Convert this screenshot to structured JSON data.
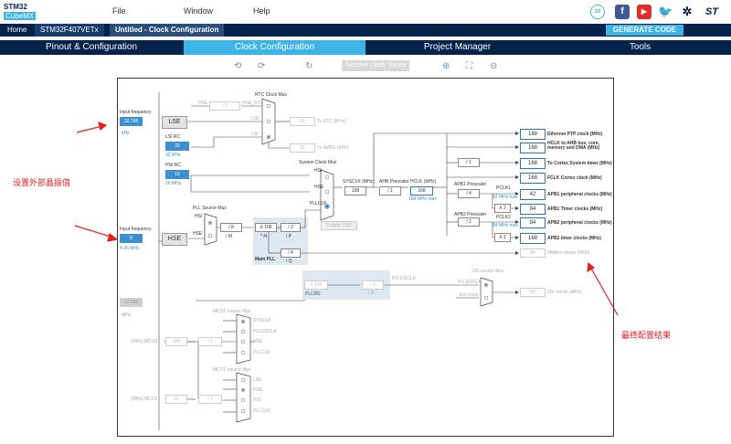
{
  "app": {
    "logo_line1": "STM32",
    "logo_line2": "CubeMX"
  },
  "menu": {
    "file": "File",
    "window": "Window",
    "help": "Help"
  },
  "breadcrumbs": {
    "home": "Home",
    "chip": "STM32F407VETx",
    "page": "Untitled - Clock Configuration"
  },
  "generate_label": "GENERATE CODE",
  "tabs": [
    "Pinout & Configuration",
    "Clock Configuration",
    "Project Manager",
    "Tools"
  ],
  "toolbar": {
    "resolve": "Resolve Clock Issues"
  },
  "diagram": {
    "lse_input_label": "Input frequency",
    "lse_value": "32.768",
    "lse_unit": "kHz",
    "lse_btn": "LSE",
    "lsi_label": "LSI RC",
    "lsi_value": "32",
    "lsi_unit": "32 KHz",
    "hsi_label": "HSI RC",
    "hsi_value": "16",
    "hsi_unit": "16 MHz",
    "hse_input_label": "Input frequency",
    "hse_value": "8",
    "hse_range": "4-26 MHz",
    "hse_btn": "HSE",
    "i2s_input_value": "12.288",
    "i2s_unit": "MHz",
    "rtc_mux": "RTC Clock Mux",
    "hse_div": "/ 2",
    "hse_rtc": "HSE_RTC",
    "lse_sig": "LSE",
    "lsi_sig": "LSI",
    "rtc_out": "32",
    "rtc_label": "To RTC (KHz)",
    "iwdg_out": "32",
    "iwdg_label": "To IWDG (KHz)",
    "sysclk_mux": "System Clock Mux",
    "sys_hsi": "HSI",
    "sys_hse": "HSE",
    "sys_pllclk": "PLLCLK",
    "enable_css": "Enable CSS",
    "pll_source_mux": "PLL Source Mux",
    "pll_hsi": "HSI",
    "pll_hse": "HSE",
    "pllm": "/ 8",
    "pllm_label": "/ M",
    "plln": "X 168",
    "plln_label": "* N",
    "pllp": "/ 2",
    "pllp_label": "/ P",
    "pllq": "/ 4",
    "pllq_label": "/ Q",
    "main_pll": "Main PLL",
    "sysclk_label": "SYSCLK (MHz)",
    "sysclk_value": "168",
    "ahb_label": "AHB Prescaler",
    "ahb_value": "/ 1",
    "hclk_label": "HCLK (MHz)",
    "hclk_value": "168",
    "hclk_max": "168 MHz max",
    "cortex_div": "/ 1",
    "apb1_label": "APB1 Prescaler",
    "apb1_value": "/ 4",
    "pclk1": "PCLK1",
    "pclk1_max": "42 MHz max",
    "x2a": "X 2",
    "apb2_label": "APB2 Prescaler",
    "apb2_value": "/ 2",
    "pclk2": "PCLK2",
    "pclk2_max": "84 MHz max",
    "x2b": "X 2",
    "plli2s": "PLLI2S",
    "plli2s_n": "X 192",
    "plli2s_n_label": "* N",
    "plli2s_r": "/ 2",
    "plli2s_r_label": "/ R",
    "plli2sclk": "PLLI2SCLK",
    "i2s_mux": "I2S source Mux",
    "plli2sclk2": "PLLI2SCLK",
    "ext_clock": "Ext.clock",
    "i2s_out": "192",
    "i2s_label": "I2S clocks (MHz)",
    "mco2_mux": "MCO2 source Mux",
    "mco2_opts": [
      "SYSCLK",
      "PLLI2SCLK",
      "HSE",
      "PLLCLK"
    ],
    "mco2_label": "(MHz) MCO2",
    "mco2_value": "168",
    "mco2_div": "/ 1",
    "mco1_mux": "MCO1 source Mux",
    "mco1_opts": [
      "LSE",
      "HSE",
      "HSI",
      "PLLCLK"
    ],
    "mco1_label": "(MHz) MCO1",
    "mco1_value": "16",
    "mco1_div": "/ 1",
    "outputs": [
      {
        "value": "168",
        "label": "Ethernet PTP clock (MHz)"
      },
      {
        "value": "168",
        "label": "HCLK to AHB bus, core, memory and DMA (MHz)"
      },
      {
        "value": "168",
        "label": "To Cortex System timer (MHz)"
      },
      {
        "value": "168",
        "label": "FCLK Cortex clock (MHz)"
      },
      {
        "value": "42",
        "label": "APB1 peripheral clocks (MHz)"
      },
      {
        "value": "84",
        "label": "APB1 Timer clocks (MHz)"
      },
      {
        "value": "84",
        "label": "APB2 peripheral clocks (MHz)"
      },
      {
        "value": "168",
        "label": "APB2 timer clocks (MHz)"
      },
      {
        "value": "84",
        "label": "48MHz clocks (MHz)"
      }
    ]
  },
  "annotations": {
    "left": "设置外部晶振值",
    "right": "最终配置结果"
  },
  "colors": {
    "navy": "#03234b",
    "accent": "#3cb4e6",
    "annotation": "#e02020"
  }
}
